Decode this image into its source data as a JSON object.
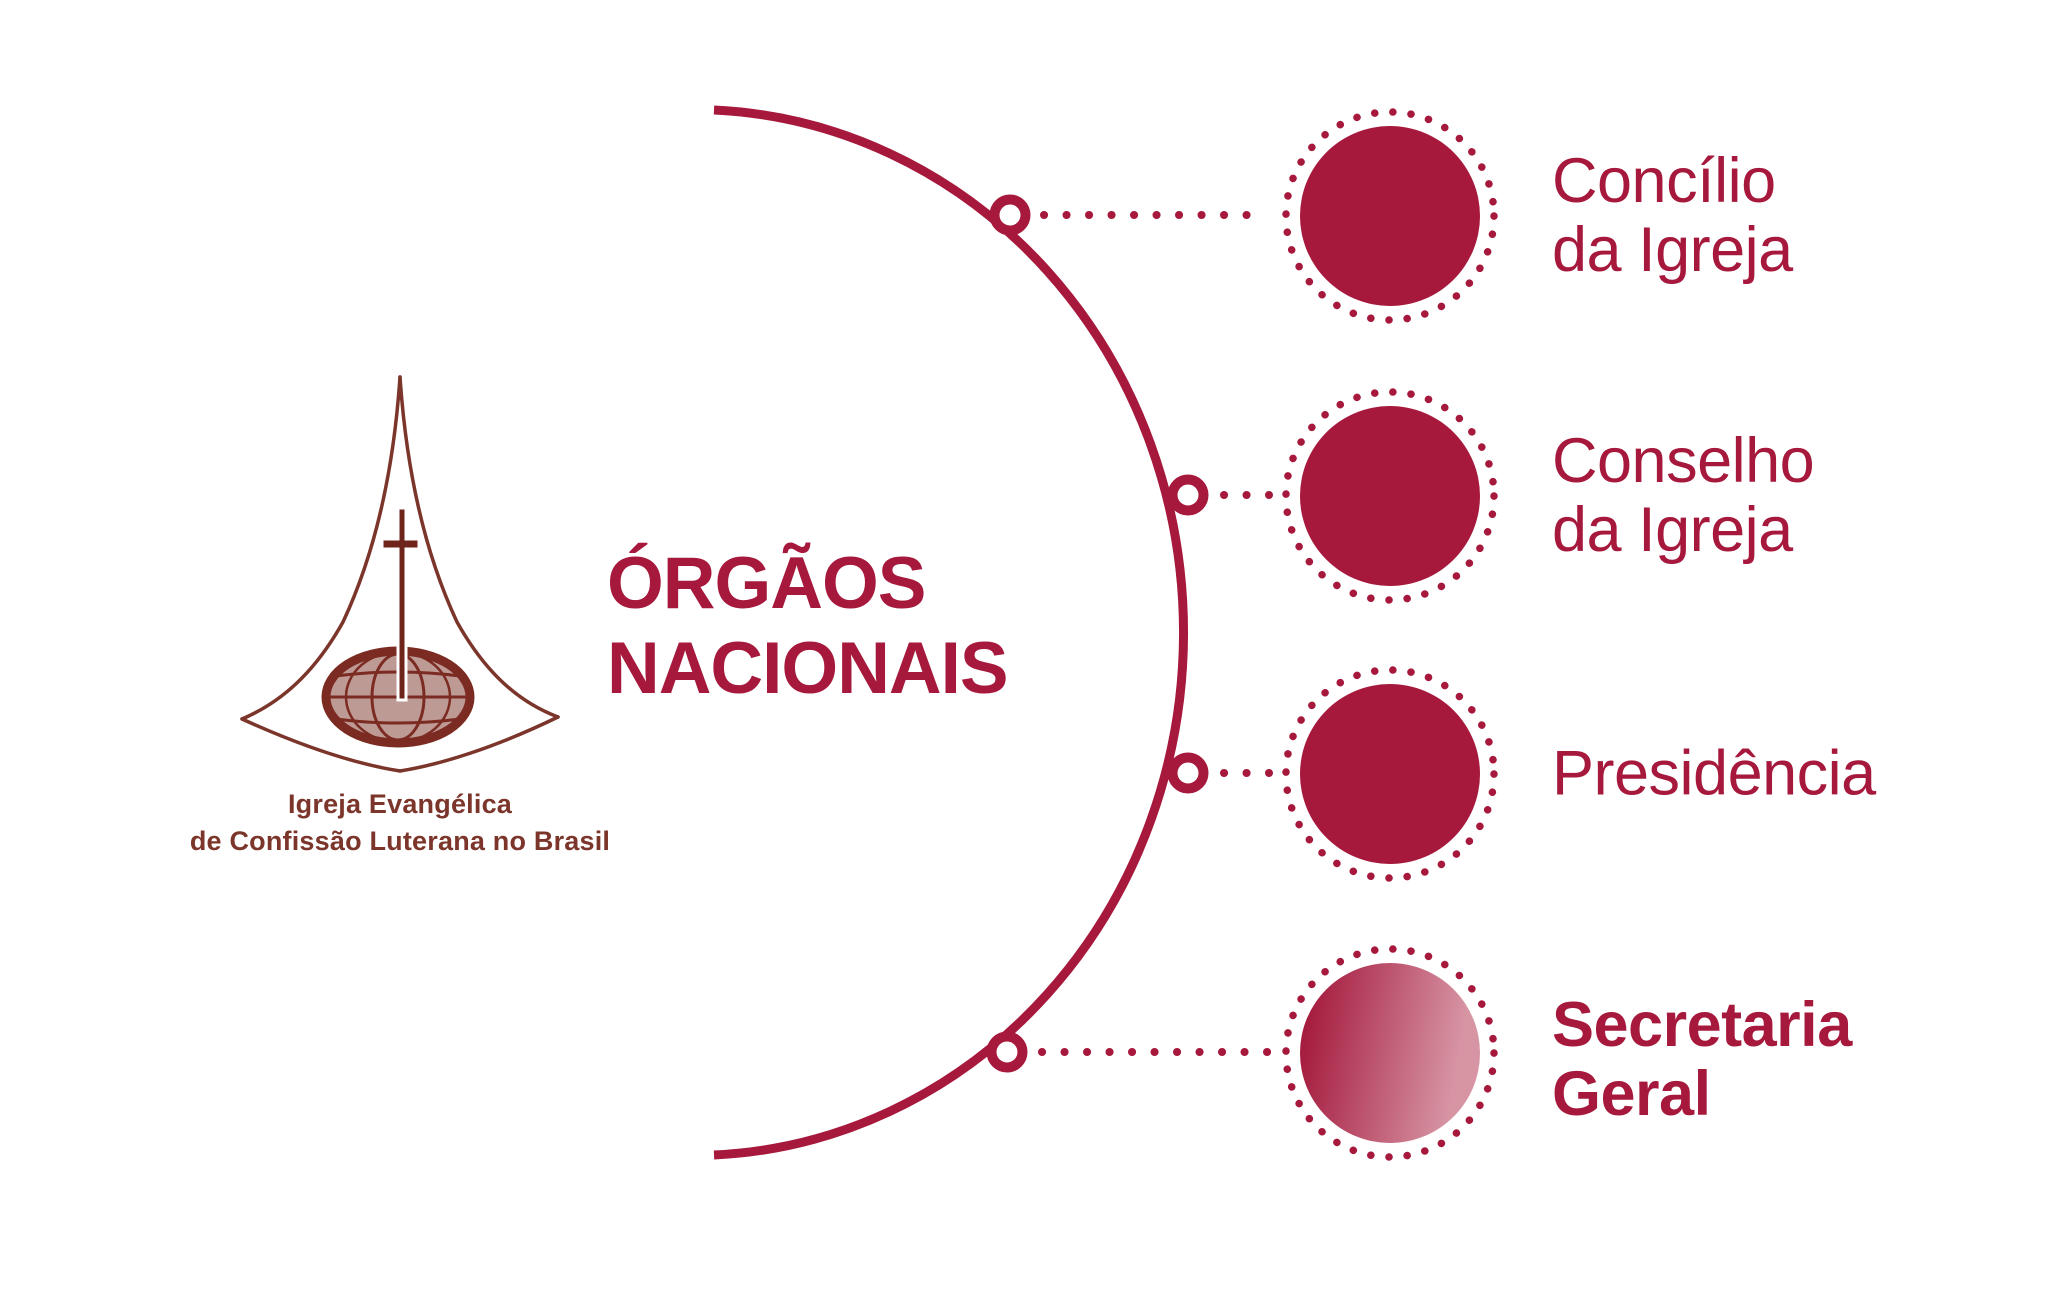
{
  "title": {
    "text": "ÓRGÃOS\nNACIONAIS"
  },
  "logo": {
    "icon": "church-spire-globe-cross",
    "caption_line1": "Igreja Evangélica",
    "caption_line2": "de Confissão Luterana no Brasil"
  },
  "items": [
    {
      "id": "concilio-da-igreja",
      "label": "Concílio\nda Igreja",
      "emphasis": "regular",
      "node_style": "solid-circle-dotted-ring"
    },
    {
      "id": "conselho-da-igreja",
      "label": "Conselho\nda Igreja",
      "emphasis": "regular",
      "node_style": "solid-circle-dotted-ring"
    },
    {
      "id": "presidencia",
      "label": "Presidência",
      "emphasis": "regular",
      "node_style": "solid-circle-dotted-ring"
    },
    {
      "id": "secretaria-geral",
      "label": "Secretaria\nGeral",
      "emphasis": "bold",
      "node_style": "gradient-circle-dotted-ring"
    }
  ],
  "colors": {
    "accent_crimson": "#A6183C",
    "gradient_light_rose": "#D795A4",
    "logo_brown": "#7B352A",
    "globe_fill": "#BE9A95",
    "background": "#FFFFFF"
  }
}
